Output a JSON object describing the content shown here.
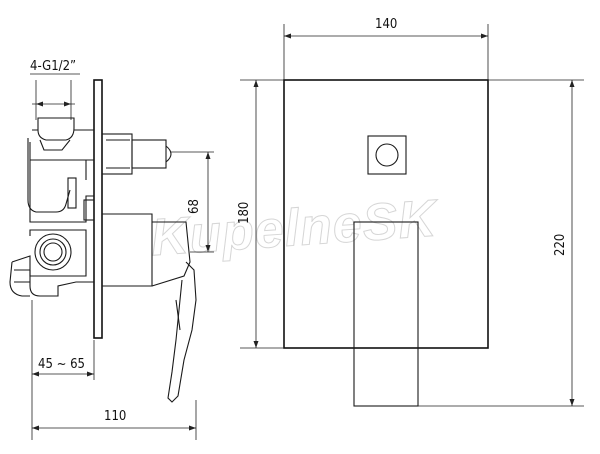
{
  "watermark": "KupelneSK",
  "dimensions": {
    "thread": "4-G1/2”",
    "depth_range": "45 ~ 65",
    "total_depth": "110",
    "handle_offset": "68",
    "plate_width": "140",
    "plate_height": "180",
    "overall_height": "220"
  }
}
